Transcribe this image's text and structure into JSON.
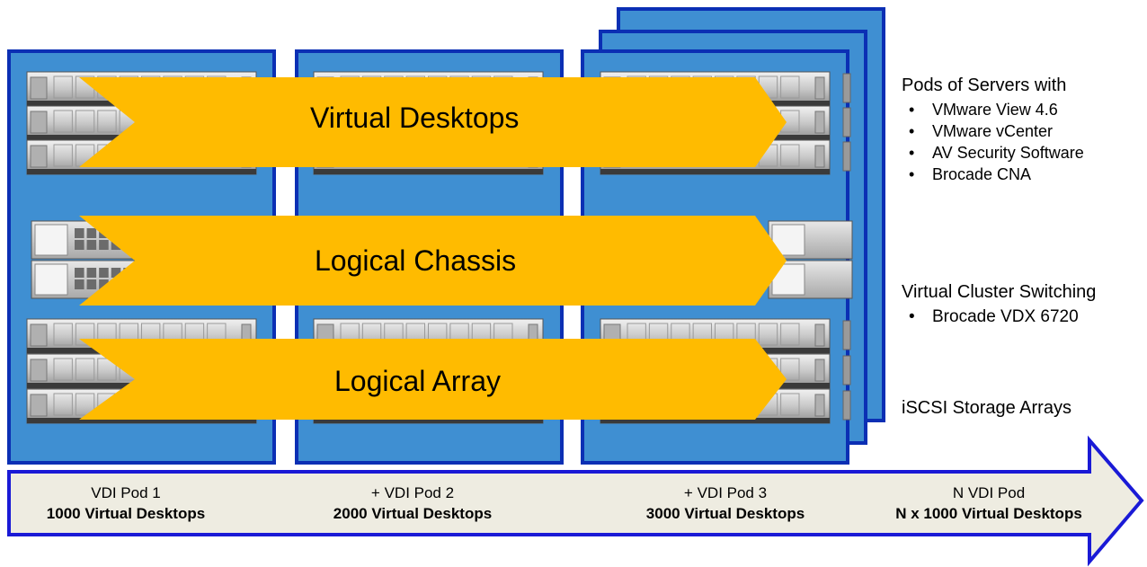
{
  "bands": [
    {
      "label": "Virtual Desktops"
    },
    {
      "label": "Logical Chassis"
    },
    {
      "label": "Logical Array"
    }
  ],
  "side": {
    "servers": {
      "title": "Pods of Servers with",
      "items": [
        "VMware View 4.6",
        "VMware vCenter",
        "AV Security Software",
        "Brocade CNA"
      ]
    },
    "switching": {
      "title": "Virtual Cluster Switching",
      "items": [
        "Brocade VDX 6720"
      ]
    },
    "storage": {
      "title": "iSCSI Storage Arrays"
    }
  },
  "pods": [
    {
      "line1": "VDI Pod 1",
      "line2": "1000 Virtual Desktops"
    },
    {
      "line1": "+ VDI Pod 2",
      "line2": "2000 Virtual Desktops"
    },
    {
      "line1": "+ VDI Pod 3",
      "line2": "3000 Virtual Desktops"
    },
    {
      "line1": "N VDI Pod",
      "line2": "N x 1000 Virtual Desktops"
    }
  ],
  "colors": {
    "pod_fill": "#3f8fd2",
    "pod_border": "#0b2fb4",
    "band_fill": "#ffbb00",
    "timeline_fill": "#eeece1",
    "timeline_border": "#1a1ad6",
    "server_light": "#d9d9d9",
    "server_dark": "#3a3a3a"
  },
  "bullet_glyph": "•"
}
